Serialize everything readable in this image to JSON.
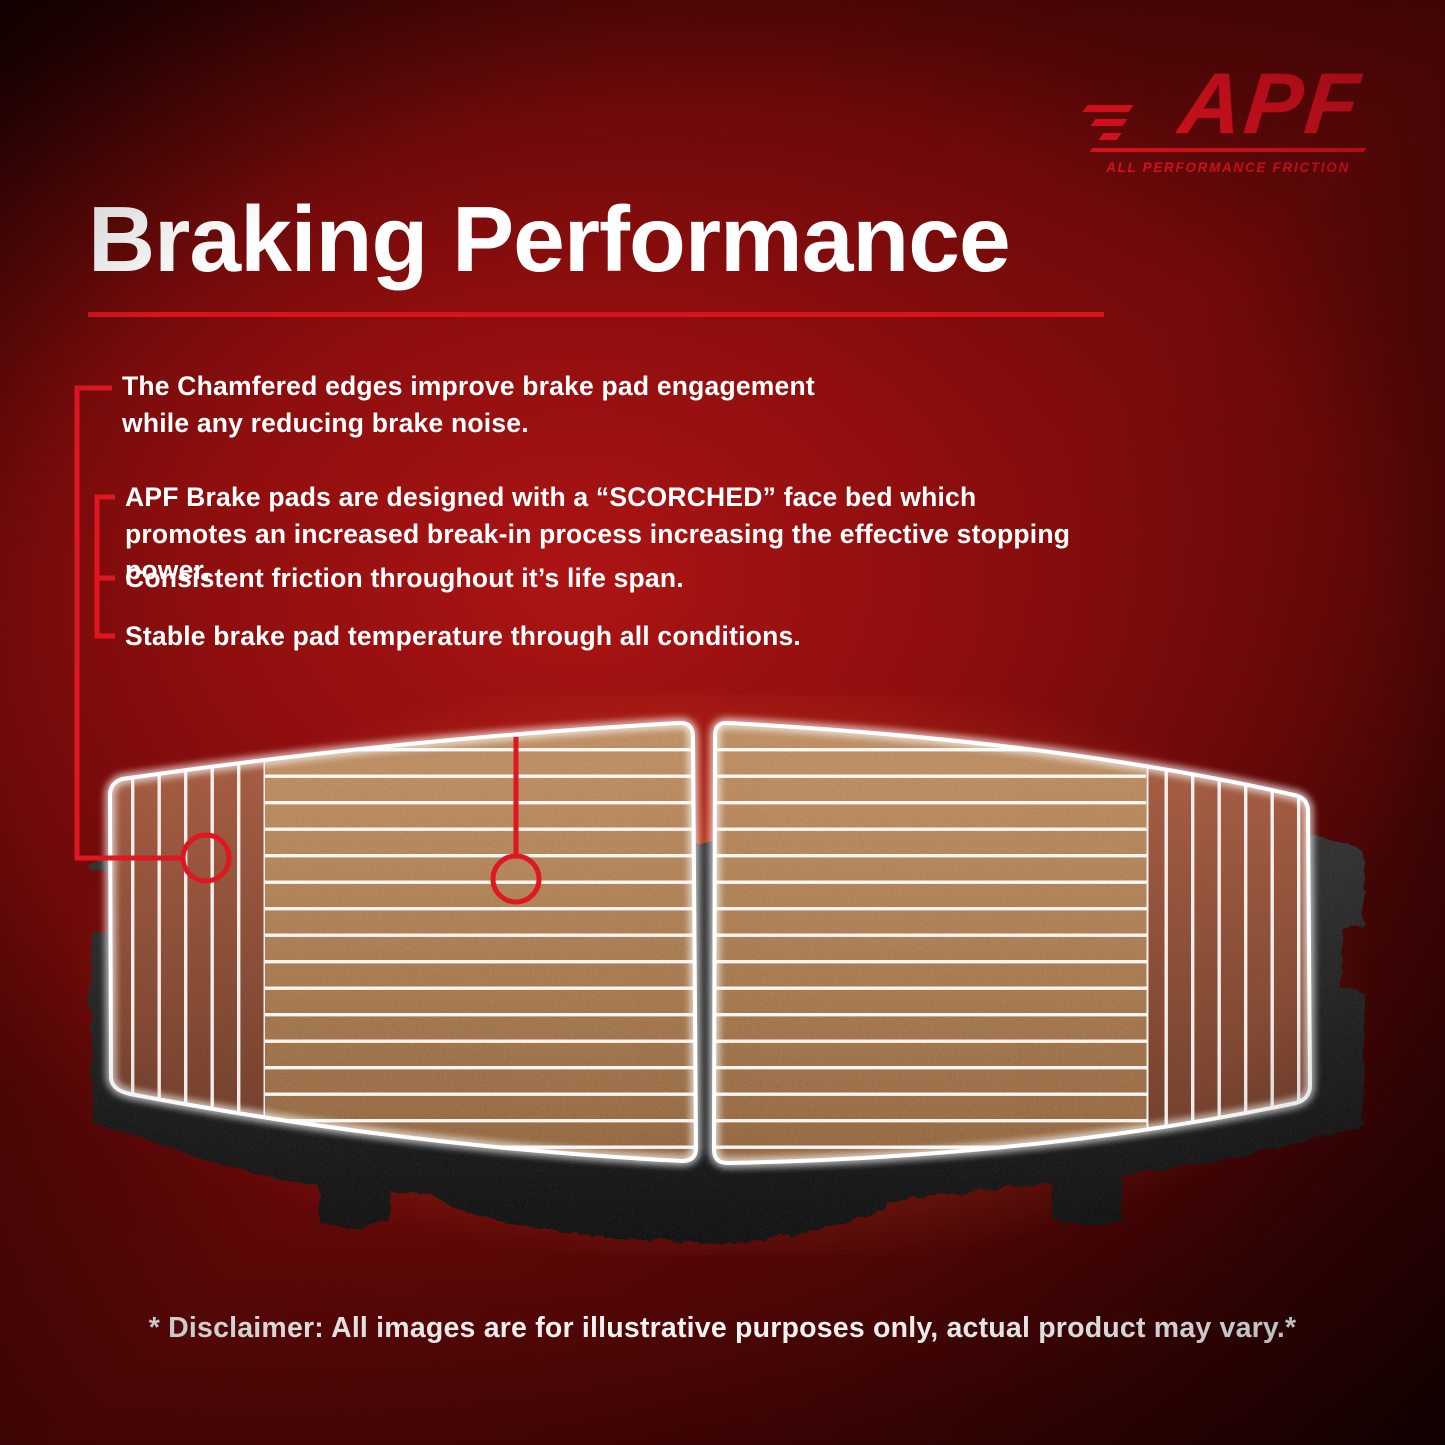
{
  "logo": {
    "brand": "APF",
    "tagline": "ALL PERFORMANCE FRICTION"
  },
  "header": {
    "title": "Braking Performance"
  },
  "bullets": {
    "chamfered": "The Chamfered edges improve brake pad engagement while any reducing brake noise.",
    "scorched": "APF Brake pads are designed with a “SCORCHED” face bed which promotes an increased break-in process increasing the effective stopping power.",
    "friction": "Consistent friction throughout it’s life span.",
    "temperature": "Stable brake pad temperature through all conditions."
  },
  "footer": {
    "disclaimer": "* Disclaimer: All images are for illustrative purposes only, actual product may vary.*"
  },
  "colors": {
    "accent_red": "#e31220",
    "underline_red": "#d8131f",
    "title_white": "#ffffff",
    "background_center": "#ad1414",
    "background_edge": "#0f0000",
    "friction_tan": "#b07e52",
    "chamfer_brown": "#9a5240",
    "plate_black": "#121212",
    "glow_orange": "#ff9850"
  }
}
